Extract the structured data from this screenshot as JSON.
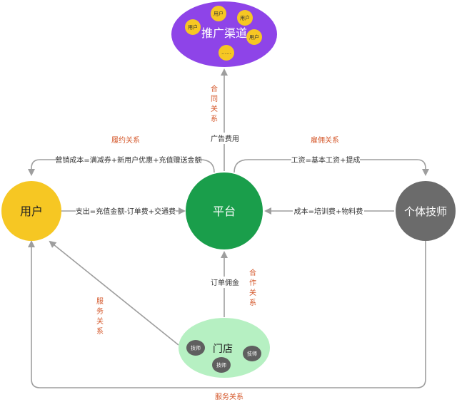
{
  "nodes": {
    "channel": {
      "label": "推广渠道",
      "mini": [
        "用户",
        "用户",
        "用户",
        "用户",
        "……"
      ],
      "color": "#8e44e8"
    },
    "user": {
      "label": "用户",
      "color": "#f6c723"
    },
    "platform": {
      "label": "平台",
      "color": "#1a9e4b"
    },
    "technician": {
      "label": "个体技师",
      "color": "#6b6b6b"
    },
    "store": {
      "label": "门店",
      "techs": [
        "技师",
        "技师",
        "技师"
      ],
      "color": "#b6f0c2"
    }
  },
  "edges": {
    "platform_to_channel": "广告费用",
    "platform_to_user": "营销成本=满减券+新用户优惠+充值赠送金额",
    "platform_to_tech": "工资=基本工资+提成",
    "user_to_platform": "支出=充值金额-订单费+交通费",
    "tech_to_platform": "成本=培训费+物料费",
    "store_to_platform": "订单佣金"
  },
  "relations": {
    "contract": "合同关系",
    "fulfillment": "履约关系",
    "employment": "雇佣关系",
    "cooperation": "合作关系",
    "service_left": "服务关系",
    "service_bottom": "服务关系"
  }
}
